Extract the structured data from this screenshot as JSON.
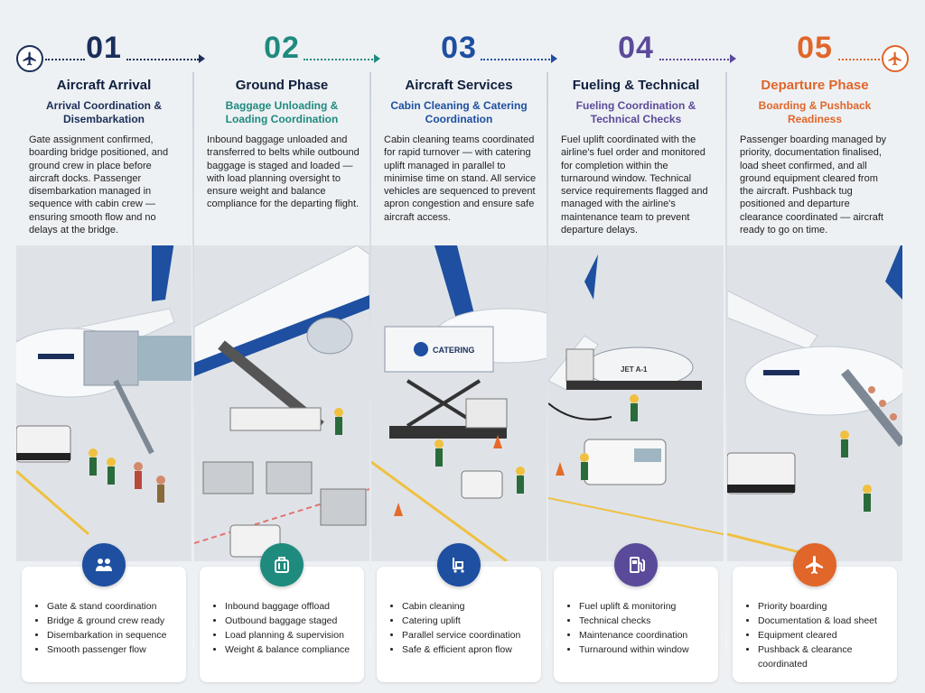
{
  "colors": {
    "navy": "#1b2f5a",
    "teal": "#1f8a7e",
    "blue": "#1e4fa0",
    "purple": "#5b4a9a",
    "orange": "#e0662a"
  },
  "start_icon": "airplane-icon",
  "end_icon": "airplane-icon",
  "phases": [
    {
      "number": "01",
      "title": "Aircraft Arrival",
      "subtitle": "Arrival Coordination & Disembarkation",
      "description": "Gate assignment confirmed, boarding bridge positioned, and ground crew in place before aircraft docks. Passenger disembarkation managed in sequence with cabin crew — ensuring smooth flow and no delays at the bridge.",
      "icon": "passengers-icon",
      "color": "#1b2f5a",
      "bullets": [
        "Gate & stand coordination",
        "Bridge & ground crew ready",
        "Disembarkation in sequence",
        "Smooth passenger flow"
      ]
    },
    {
      "number": "02",
      "title": "Ground Phase",
      "subtitle": "Baggage Unloading & Loading Coordination",
      "description": "Inbound baggage unloaded and transferred to belts while outbound baggage is staged and loaded — with load planning oversight to ensure weight and balance compliance for the departing flight.",
      "icon": "luggage-icon",
      "color": "#1f8a7e",
      "bullets": [
        "Inbound baggage offload",
        "Outbound baggage staged",
        "Load planning & supervision",
        "Weight & balance compliance"
      ]
    },
    {
      "number": "03",
      "title": "Aircraft Services",
      "subtitle": "Cabin Cleaning & Catering Coordination",
      "description": "Cabin cleaning teams coordinated for rapid turnover — with catering uplift managed in parallel to minimise time on stand. All service vehicles are sequenced to prevent apron congestion and ensure safe aircraft access.",
      "icon": "cleaning-cart-icon",
      "color": "#1e4fa0",
      "bullets": [
        "Cabin cleaning",
        "Catering uplift",
        "Parallel service coordination",
        "Safe & efficient apron flow"
      ]
    },
    {
      "number": "04",
      "title": "Fueling & Technical",
      "subtitle": "Fueling Coordination & Technical Checks",
      "description": "Fuel uplift coordinated with the airline's fuel order and monitored for completion within the turnaround window. Technical service requirements flagged and managed with the airline's maintenance team to prevent departure delays.",
      "icon": "fuel-pump-icon",
      "color": "#5b4a9a",
      "bullets": [
        "Fuel uplift & monitoring",
        "Technical checks",
        "Maintenance coordination",
        "Turnaround within window"
      ]
    },
    {
      "number": "05",
      "title": "Departure Phase",
      "subtitle": "Boarding & Pushback Readiness",
      "description": "Passenger boarding managed by priority, documentation finalised, load sheet confirmed, and all ground equipment cleared from the aircraft. Pushback tug positioned and departure clearance coordinated — aircraft ready to go on time.",
      "icon": "airplane-icon",
      "color": "#e0662a",
      "bullets": [
        "Priority boarding",
        "Documentation & load sheet",
        "Equipment cleared",
        "Pushback & clearance coordinated"
      ]
    }
  ],
  "scene_labels": {
    "catering_truck": "CATERING",
    "fuel_truck": "JET A-1"
  }
}
